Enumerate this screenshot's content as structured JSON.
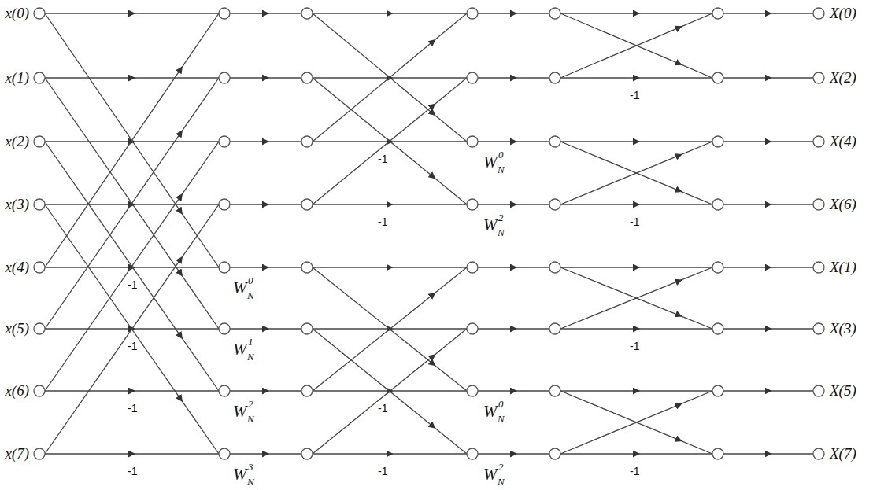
{
  "diagram": {
    "nodes": [
      {
        "text": [
          "x(0)"
        ]
      },
      {
        "text": [
          "x(1)"
        ]
      },
      {
        "text": [
          "x(2)"
        ]
      },
      {
        "text": [
          "x(3)"
        ]
      },
      {
        "text": [
          "x(4)"
        ]
      },
      {
        "text": [
          "x(5)"
        ]
      },
      {
        "text": [
          "x(6)"
        ]
      },
      {
        "text": [
          "x(7)"
        ]
      },
      {
        "text": [
          "X(0)"
        ]
      },
      {
        "text": [
          "X(2)"
        ]
      },
      {
        "text": [
          "X(4)"
        ]
      },
      {
        "text": [
          "X(6)"
        ]
      },
      {
        "text": [
          "X(1)"
        ]
      },
      {
        "text": [
          "X(3)"
        ]
      },
      {
        "text": [
          "X(5)"
        ]
      },
      {
        "text": [
          "X(7)"
        ]
      }
    ],
    "labels": [
      "-1",
      "-1",
      "-1",
      "-1",
      "-1",
      "-1",
      "-1",
      "-1",
      "-1",
      "-1",
      "-1",
      "-1",
      "W",
      "N",
      "0",
      "W",
      "N",
      "1",
      "W",
      "N",
      "2",
      "W",
      "N",
      "3",
      "W",
      "N",
      "0",
      "W",
      "N",
      "2",
      "W",
      "N",
      "0",
      "W",
      "N",
      "2"
    ]
  }
}
